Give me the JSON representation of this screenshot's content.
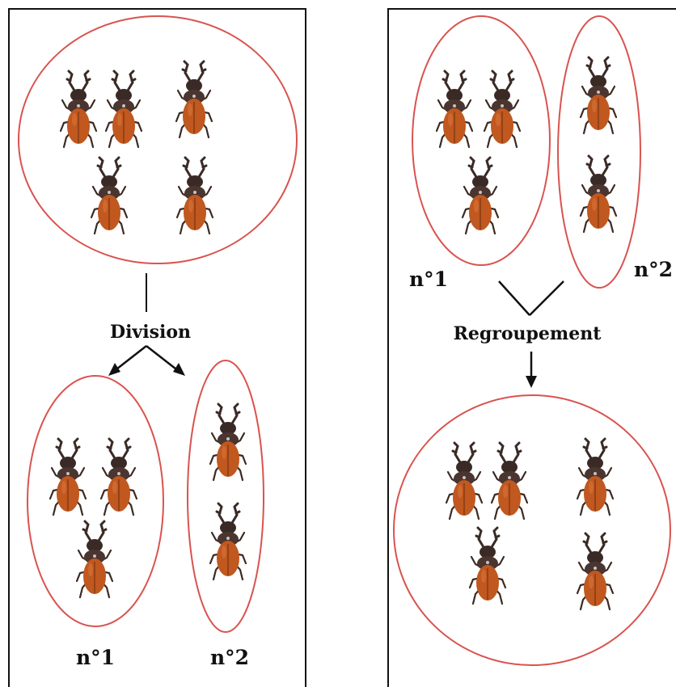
{
  "colors": {
    "ellipse_stroke": "#d9534f",
    "panel_border": "#111111",
    "beetle_body": "#c0581f",
    "beetle_head": "#3a2a25"
  },
  "left_panel": {
    "action_label": "Division",
    "group1_label": "n°1",
    "group2_label": "n°2"
  },
  "right_panel": {
    "action_label": "Regroupement",
    "group1_label": "n°1",
    "group2_label": "n°2"
  },
  "icons": [
    "beetle-icon",
    "arrow-icon"
  ]
}
